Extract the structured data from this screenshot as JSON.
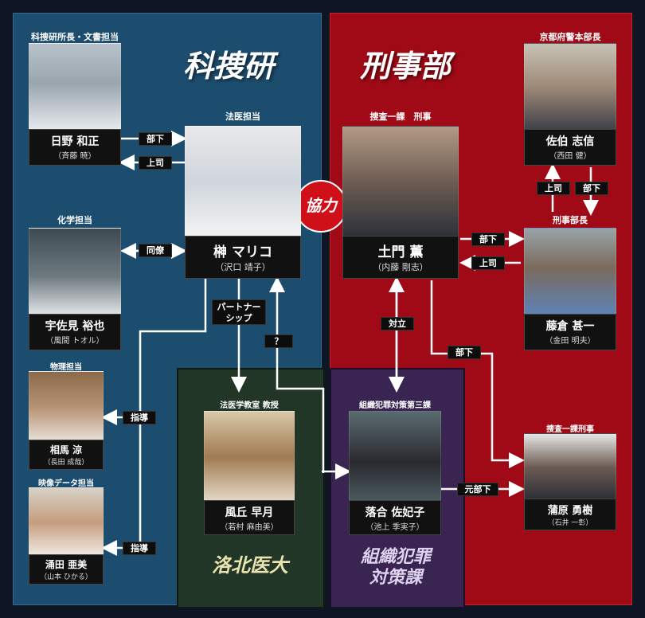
{
  "sections": {
    "kasouken": "科捜研",
    "keijibu": "刑事部",
    "rakuhoku": "洛北医大",
    "sosiki": "組織犯罪\n対策課"
  },
  "center_badge": "協力",
  "people": {
    "hino": {
      "role": "科捜研所長・文書担当",
      "name": "日野 和正",
      "actor": "（斉藤 暁）"
    },
    "sakaki": {
      "role": "法医担当",
      "name": "榊 マリコ",
      "actor": "（沢口 靖子）"
    },
    "usami": {
      "role": "化学担当",
      "name": "宇佐見 裕也",
      "actor": "（風間 トオル）"
    },
    "aiba": {
      "role": "物理担当",
      "name": "相馬 涼",
      "actor": "（長田 成哉）"
    },
    "wakuta": {
      "role": "映像データ担当",
      "name": "涌田 亜美",
      "actor": "（山本 ひかる）"
    },
    "kazaoka": {
      "role": "法医学教室 教授",
      "name": "風丘 早月",
      "actor": "（若村 麻由美）"
    },
    "ochiai": {
      "role": "組織犯罪対策第三課",
      "name": "落合 佐妃子",
      "actor": "（池上 季実子）"
    },
    "domon": {
      "role": "捜査一課　刑事",
      "name": "土門 薫",
      "actor": "（内藤 剛志）"
    },
    "saeki": {
      "role": "京都府警本部長",
      "name": "佐伯 志信",
      "actor": "（西田 健）"
    },
    "fujikura": {
      "role": "刑事部長",
      "name": "藤倉 甚一",
      "actor": "（金田 明夫）"
    },
    "kamohara": {
      "role": "捜査一課刑事",
      "name": "蒲原 勇樹",
      "actor": "（石井 一彰）"
    }
  },
  "labels": {
    "buka": "部下",
    "joushi": "上司",
    "douryou": "同僚",
    "partner": "パートナー\nシップ",
    "question": "？",
    "shidou": "指導",
    "tairitsu": "対立",
    "motobuka": "元部下"
  },
  "colors": {
    "kasouken_panel": "#1d4d6e",
    "keiji_panel": "#a00a16",
    "rakuhoku_panel": "#223628",
    "sosiki_panel": "#3a2452",
    "badge": "#d01018"
  }
}
